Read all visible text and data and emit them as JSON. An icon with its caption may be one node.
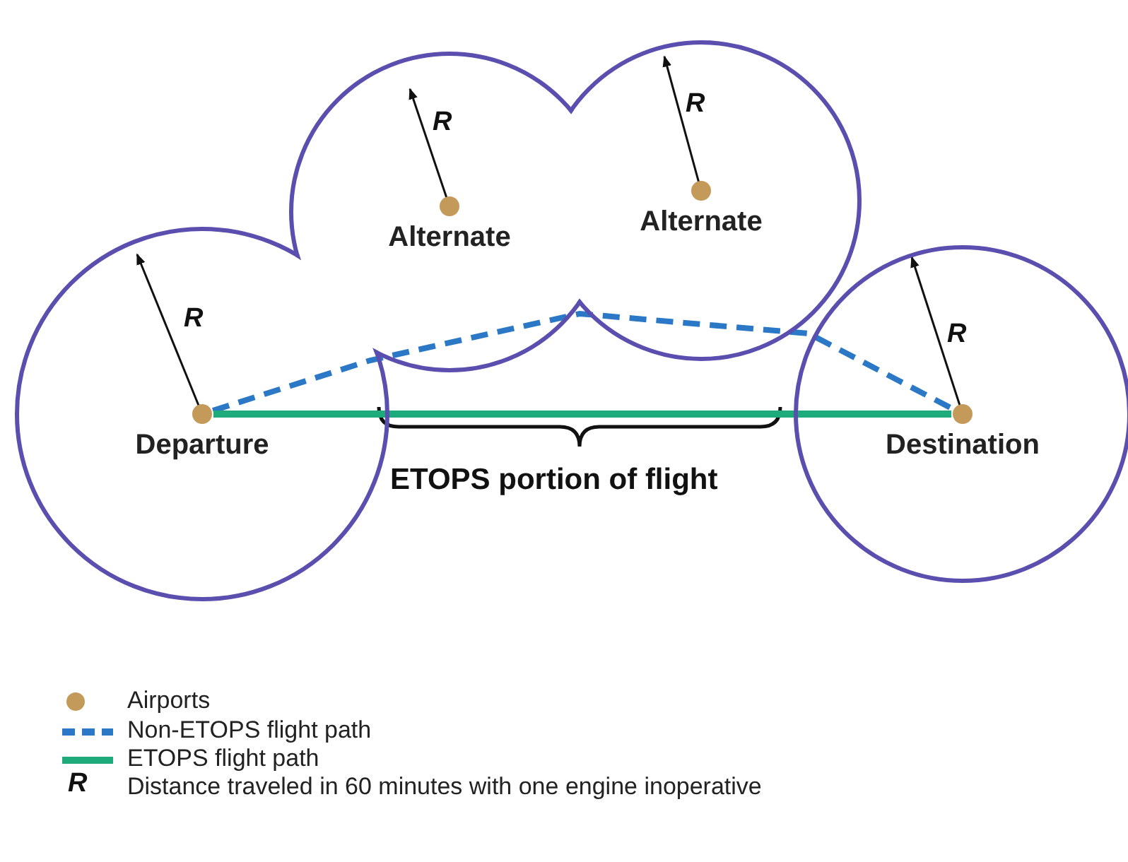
{
  "diagram": {
    "nodes": [
      {
        "text": [
          "Alternate"
        ]
      },
      {
        "text": [
          "Alternate"
        ]
      },
      {
        "text": [
          "Departure"
        ]
      },
      {
        "text": [
          "Destination"
        ]
      }
    ],
    "edges": [
      {
        "from": 2,
        "to": 3,
        "arrow": "none",
        "style": "dashed",
        "color": "#2a78c6"
      },
      {
        "from": 2,
        "to": 3,
        "arrow": "none",
        "color": "#1dab7c"
      }
    ],
    "labels": [
      "R",
      "R",
      "R",
      "R",
      "ETOPS portion of flight",
      "R"
    ],
    "legend": [
      {
        "text": "Airports",
        "color": "#c49a5a"
      },
      {
        "text": "Non-ETOPS flight path"
      },
      {
        "text": "ETOPS flight path"
      },
      {
        "text": "Distance traveled in 60 minutes with one engine inoperative"
      }
    ]
  }
}
